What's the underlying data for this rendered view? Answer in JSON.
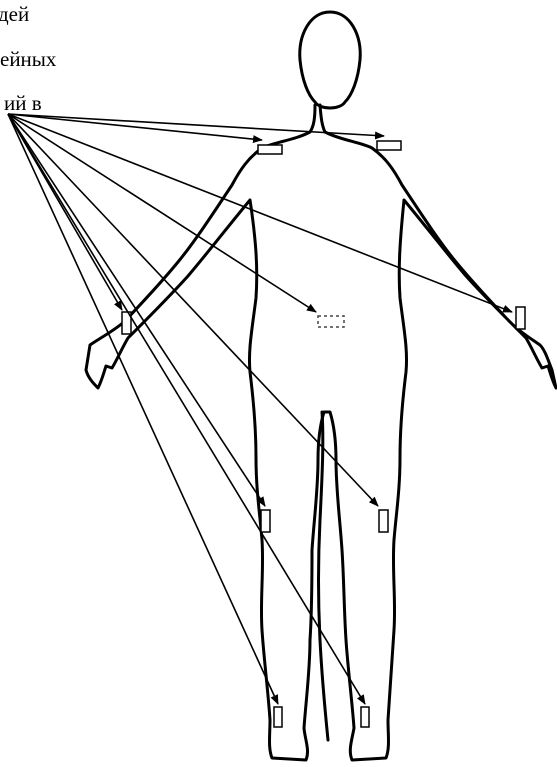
{
  "caption_lines": [
    "дей",
    "ейных",
    "ий в"
  ],
  "colors": {
    "ink": "#000000",
    "background": "#ffffff",
    "dashed": "#444444"
  },
  "sensor_sites": [
    {
      "name": "sensor-left-shoulder",
      "shape": "pad"
    },
    {
      "name": "sensor-right-shoulder",
      "shape": "pad"
    },
    {
      "name": "sensor-left-wrist",
      "shape": "pad"
    },
    {
      "name": "sensor-right-wrist",
      "shape": "pad"
    },
    {
      "name": "sensor-abdomen",
      "shape": "dashed-pad"
    },
    {
      "name": "sensor-left-knee",
      "shape": "pad"
    },
    {
      "name": "sensor-right-knee",
      "shape": "pad"
    },
    {
      "name": "sensor-left-ankle",
      "shape": "pad"
    },
    {
      "name": "sensor-right-ankle",
      "shape": "pad"
    }
  ]
}
